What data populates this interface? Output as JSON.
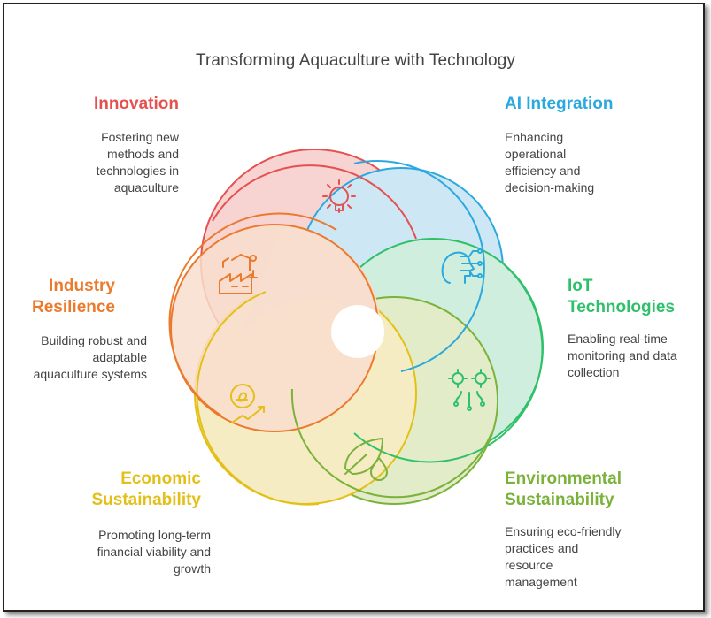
{
  "title": "Transforming Aquaculture with Technology",
  "colors": {
    "innovation": "#e5514f",
    "ai_integration": "#2ba9df",
    "iot": "#2fc06a",
    "environmental": "#7ab23a",
    "economic": "#e3c019",
    "industry": "#ec7a2d"
  },
  "segments": {
    "innovation": {
      "label": [
        "Innovation"
      ],
      "description": [
        "Fostering new",
        "methods and",
        "technologies in",
        "aquaculture"
      ],
      "icon": "gear-lightbulb-icon"
    },
    "ai_integration": {
      "label": [
        "AI Integration"
      ],
      "description": [
        "Enhancing",
        "operational",
        "efficiency and",
        "decision-making"
      ],
      "icon": "ai-head-icon"
    },
    "iot": {
      "label": [
        "IoT",
        "Technologies"
      ],
      "description": [
        "Enabling real-time",
        "monitoring and data",
        "collection"
      ],
      "icon": "iot-gears-icon"
    },
    "environmental": {
      "label": [
        "Environmental",
        "Sustainability"
      ],
      "description": [
        "Ensuring eco-friendly",
        "practices and",
        "resource",
        "management"
      ],
      "icon": "leaf-drop-icon"
    },
    "economic": {
      "label": [
        "Economic",
        "Sustainability"
      ],
      "description": [
        "Promoting long-term",
        "financial viability and",
        "growth"
      ],
      "icon": "coin-growth-icon"
    },
    "industry": {
      "label": [
        "Industry",
        "Resilience"
      ],
      "description": [
        "Building robust and",
        "adaptable",
        "aquaculture systems"
      ],
      "icon": "factory-robot-icon"
    }
  }
}
